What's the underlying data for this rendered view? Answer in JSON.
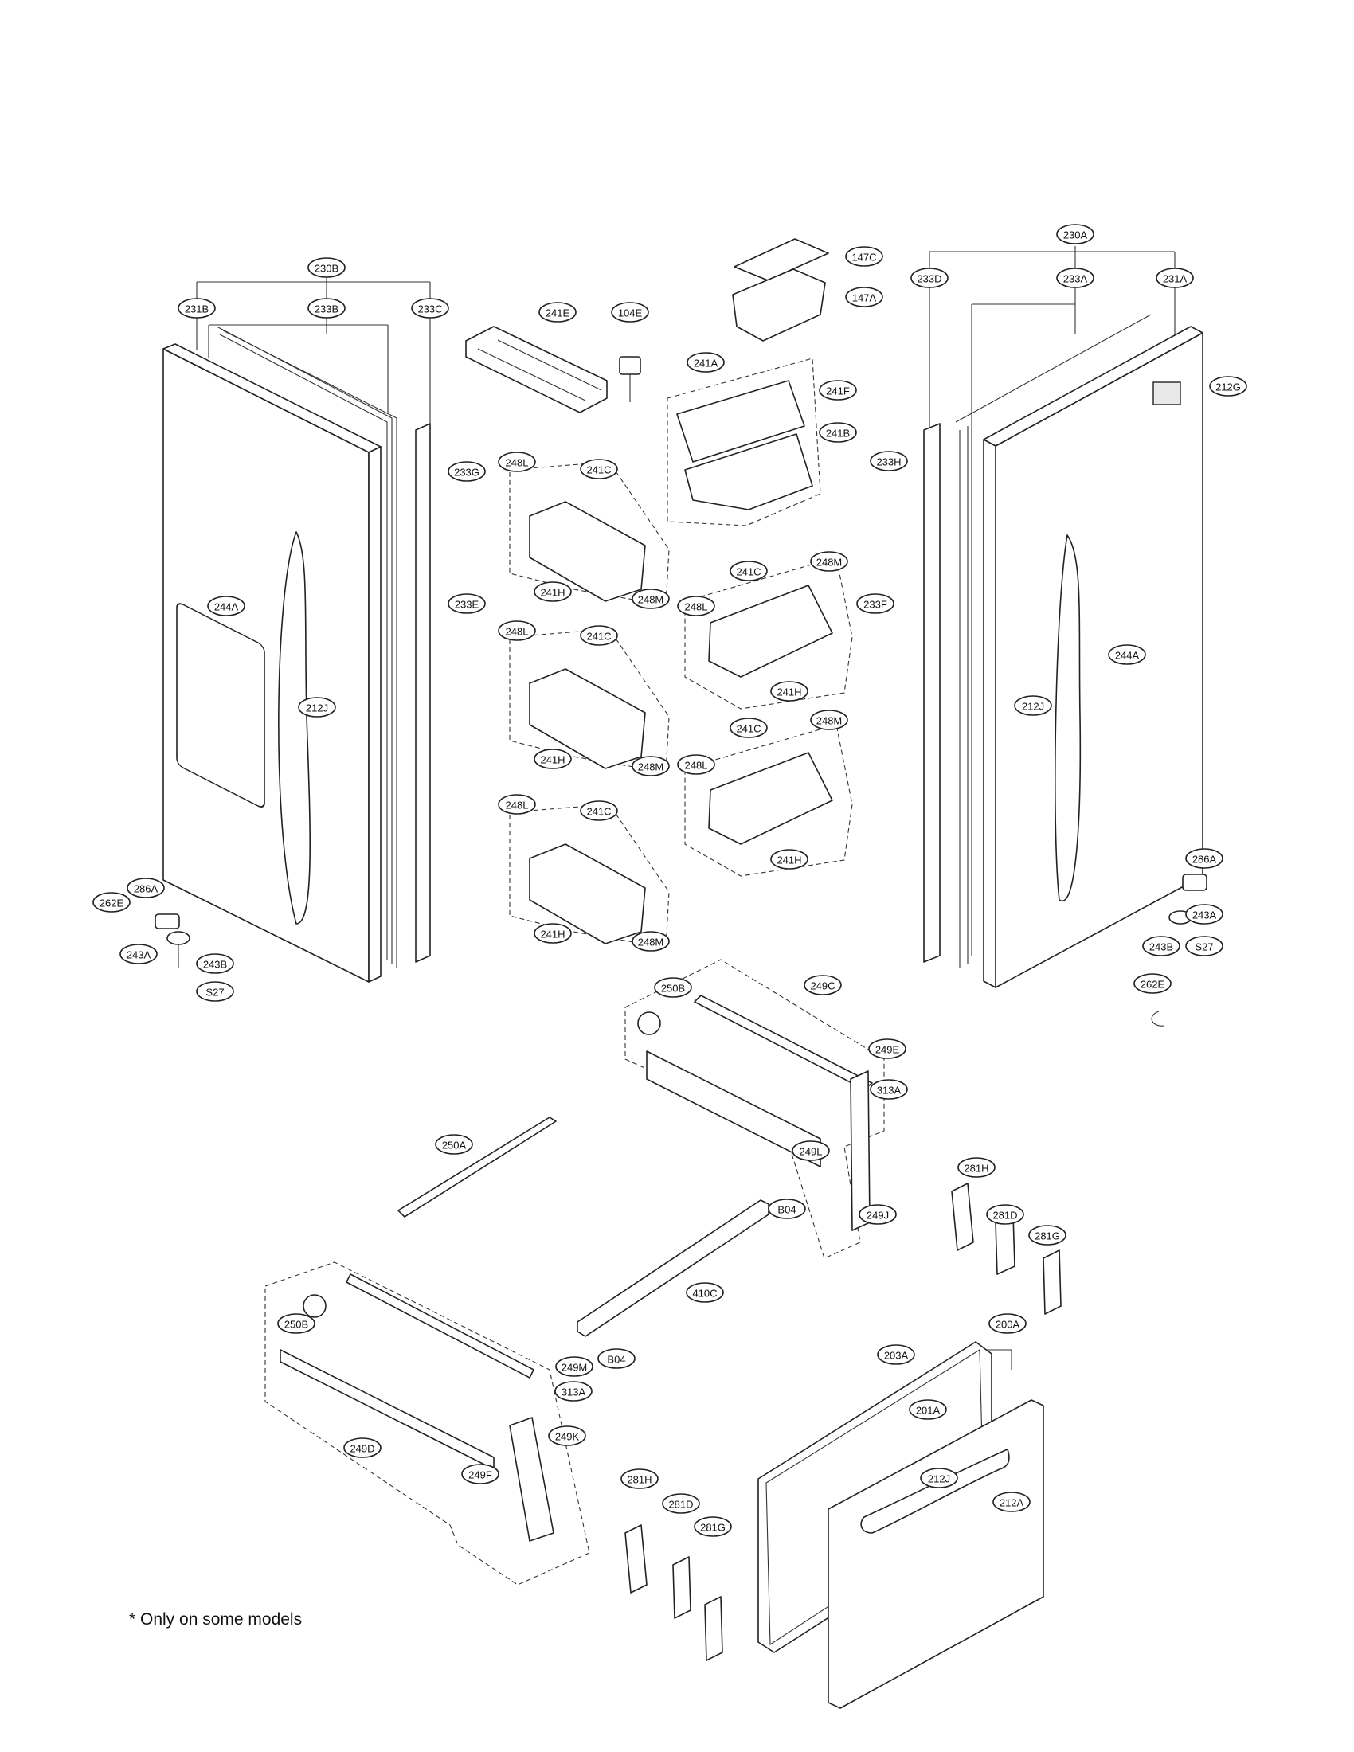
{
  "footnote": "* Only on some models",
  "labels": {
    "c230B": "230B",
    "c231B": "231B",
    "c233B": "233B",
    "c233C": "233C",
    "c233G": "233G",
    "c233E": "233E",
    "c244A_left": "244A",
    "c212J_left": "212J",
    "c286A_left": "286A",
    "c262E_left": "262E",
    "c243A_left": "243A",
    "c243B_left": "243B",
    "cS27_left": "S27",
    "c241E": "241E",
    "c104E": "104E",
    "c147C": "147C",
    "c147A": "147A",
    "c241A": "241A",
    "c241F": "241F",
    "c241B": "241B",
    "c248L_1": "248L",
    "c241C_1": "241C",
    "c241H_1": "241H",
    "c248M_1": "248M",
    "c248L_2": "248L",
    "c241C_2": "241C",
    "c241H_2": "241H",
    "c248M_2": "248M",
    "c248L_3": "248L",
    "c241C_3": "241C",
    "c241H_3": "241H",
    "c248M_3": "248M",
    "c241C_4": "241C",
    "c248M_4": "248M",
    "c248L_4": "248L",
    "c241H_4": "241H",
    "c241C_5": "241C",
    "c248M_5": "248M",
    "c248L_5": "248L",
    "c241H_5": "241H",
    "c230A": "230A",
    "c233D": "233D",
    "c233A": "233A",
    "c231A": "231A",
    "c212G": "212G",
    "c233H": "233H",
    "c233F": "233F",
    "c244A_right": "244A",
    "c212J_right": "212J",
    "c286A_right": "286A",
    "c243A_right": "243A",
    "c243B_right": "243B",
    "cS27_right": "S27",
    "c262E_right": "262E",
    "c250B_top": "250B",
    "c249C": "249C",
    "c249E": "249E",
    "c313A_top": "313A",
    "c249L": "249L",
    "c249J": "249J",
    "c250A": "250A",
    "cB04_top": "B04",
    "c410C": "410C",
    "c281H_right": "281H",
    "c281D_right": "281D",
    "c281G_right": "281G",
    "c250B_bot": "250B",
    "c249M": "249M",
    "cB04_bot": "B04",
    "c313A_bot": "313A",
    "c249K": "249K",
    "c249D": "249D",
    "c249F": "249F",
    "c281H_bot": "281H",
    "c281D_bot": "281D",
    "c281G_bot": "281G",
    "c200A": "200A",
    "c203A": "203A",
    "c201A": "201A",
    "c212J_drawer": "212J",
    "c212A": "212A"
  }
}
